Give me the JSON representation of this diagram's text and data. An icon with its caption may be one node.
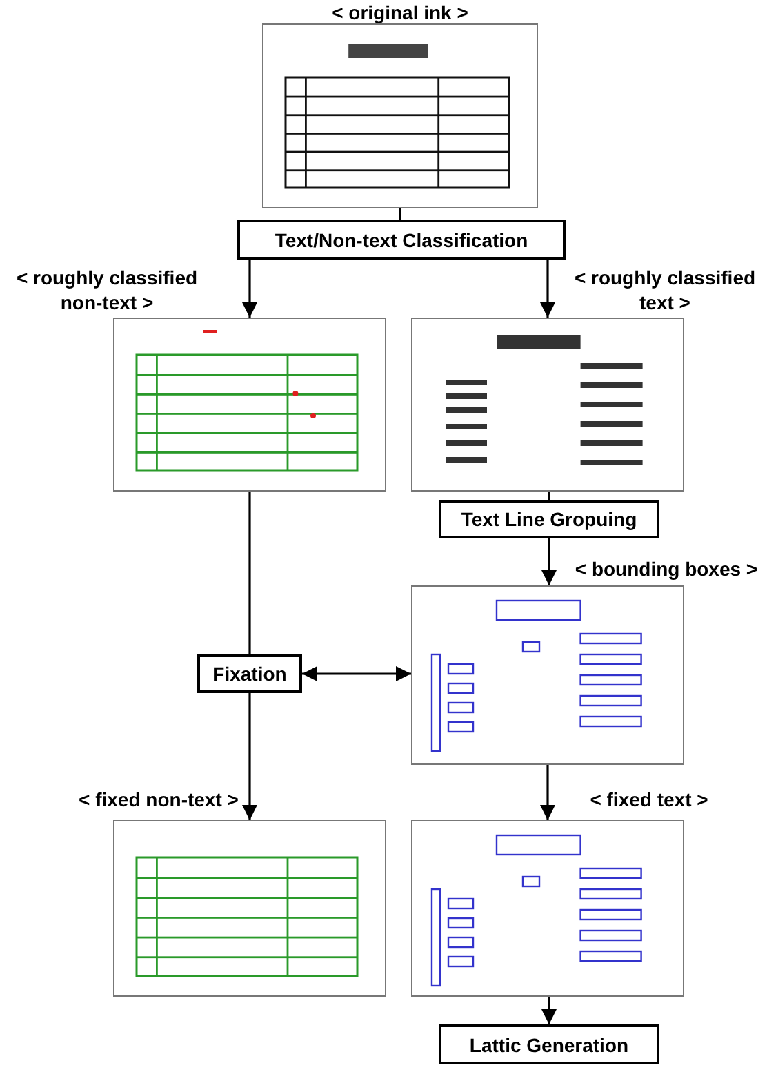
{
  "diagram": {
    "nodes": [
      {
        "text": [],
        "shape": "picture",
        "beside": [
          "< original ink >"
        ]
      },
      {
        "text": [
          "Text/Non-text Classification"
        ]
      },
      {
        "text": [],
        "shape": "picture",
        "beside": [
          "< roughly classified non-text >"
        ]
      },
      {
        "text": [],
        "shape": "picture",
        "beside": [
          "< roughly classified text >"
        ]
      },
      {
        "text": [
          "Text Line Gropuing"
        ]
      },
      {
        "text": [],
        "shape": "picture",
        "beside": [
          "< bounding boxes >"
        ]
      },
      {
        "text": [
          "Fixation"
        ]
      },
      {
        "text": [],
        "shape": "picture",
        "beside": [
          "< fixed non-text >"
        ]
      },
      {
        "text": [],
        "shape": "picture",
        "beside": [
          "< fixed text >"
        ]
      },
      {
        "text": [
          "Lattic Generation"
        ]
      }
    ],
    "edges": [
      {
        "from": 0,
        "to": 1,
        "arrow": "none"
      },
      {
        "from": 1,
        "to": 2,
        "arrow": "to"
      },
      {
        "from": 1,
        "to": 3,
        "arrow": "to"
      },
      {
        "from": 2,
        "to": 6,
        "arrow": "none"
      },
      {
        "from": 6,
        "to": 7,
        "arrow": "to"
      },
      {
        "from": 3,
        "to": 4,
        "arrow": "none"
      },
      {
        "from": 4,
        "to": 5,
        "arrow": "to"
      },
      {
        "from": 6,
        "to": 5,
        "arrow": "both"
      },
      {
        "from": 5,
        "to": 8,
        "arrow": "to"
      },
      {
        "from": 8,
        "to": 9,
        "arrow": "to"
      }
    ]
  }
}
